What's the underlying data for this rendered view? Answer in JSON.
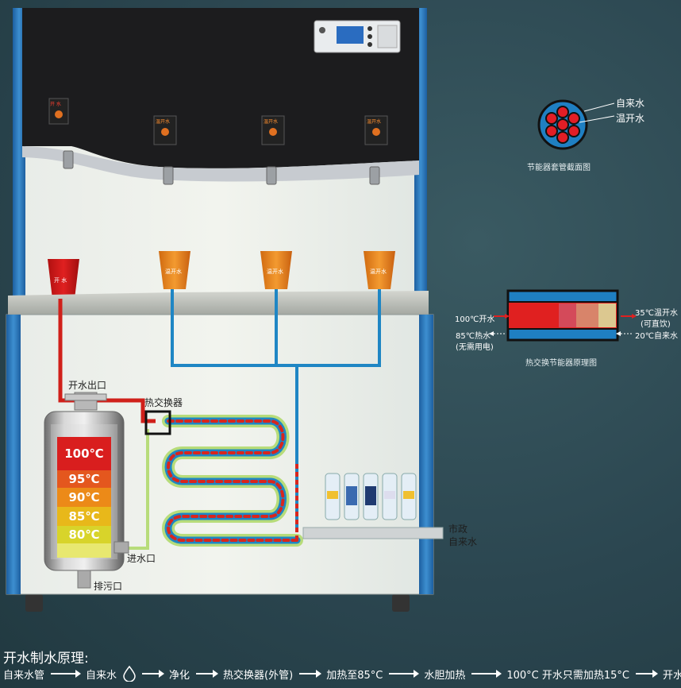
{
  "machine": {
    "top_tap_label": "开 水",
    "warm_tap_labels": [
      "温开水",
      "温开水",
      "温开水"
    ],
    "cup_labels": [
      "开 水",
      "温开水",
      "温开水",
      "温开水"
    ]
  },
  "diagram_labels": {
    "boiling_outlet": "开水出口",
    "heat_exchanger": "热交换器",
    "water_inlet": "进水口",
    "drain_outlet": "排污口",
    "municipal_line1": "市政",
    "municipal_line2": "自来水"
  },
  "tank_temps": [
    "100℃",
    "95℃",
    "90℃",
    "85℃",
    "80℃"
  ],
  "tank_colors": [
    "#d91e1e",
    "#e4571e",
    "#ec8a18",
    "#e8b81a",
    "#d8d42a"
  ],
  "cross_section": {
    "label_tap": "自来水",
    "label_warm": "温开水",
    "caption": "节能器套管截面图"
  },
  "exchanger": {
    "left_top": "100℃开水",
    "left_bottom_1": "85℃热水",
    "left_bottom_2": "(无需用电)",
    "right_top_1": "35℃温开水",
    "right_top_2": "(可直饮)",
    "right_bottom": "20℃自来水",
    "caption": "热交换节能器原理图"
  },
  "principle": {
    "title": "开水制水原理:",
    "steps": [
      "自来水管",
      "自来水",
      "净化",
      "热交换器(外管)",
      "加热至85°C",
      "水胆加热",
      "100°C 开水只需加热15°C",
      "开水出水"
    ]
  }
}
